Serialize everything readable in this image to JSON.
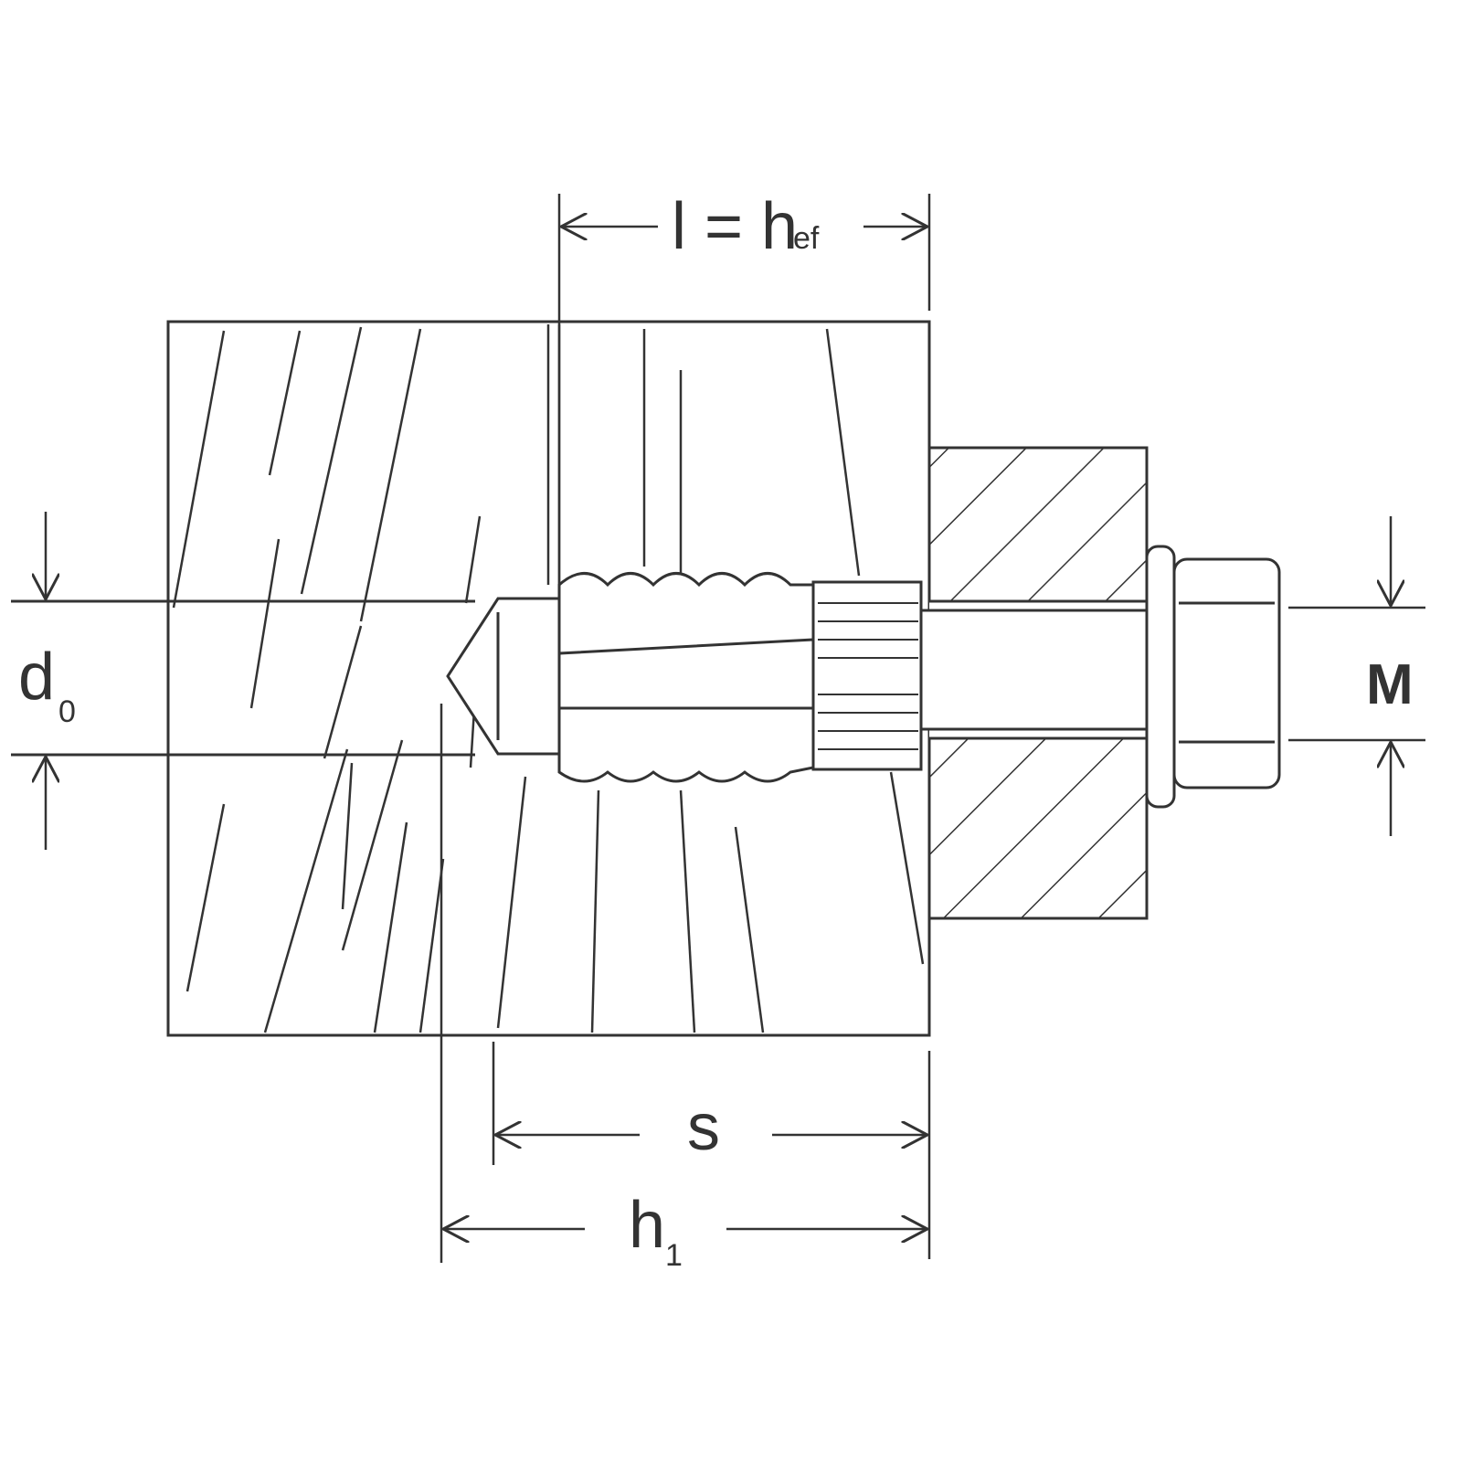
{
  "diagram": {
    "labels": {
      "embedment_main": "l = h",
      "embedment_sub": "ef",
      "hole_diameter_main": "d",
      "hole_diameter_sub": "0",
      "thread_size": "M",
      "spacing": "s",
      "hole_depth_main": "h",
      "hole_depth_sub": "1"
    },
    "colors": {
      "line": "#333333",
      "background": "#ffffff"
    }
  }
}
